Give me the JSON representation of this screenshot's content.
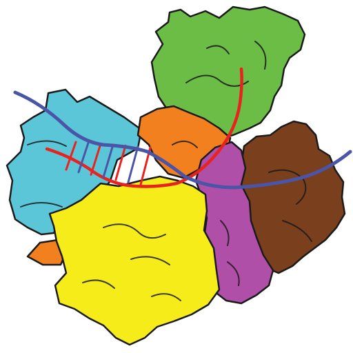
{
  "domains": [
    {
      "name": "green-domain",
      "color": "#6cbd45"
    },
    {
      "name": "cyan-domain",
      "color": "#5bc6d8"
    },
    {
      "name": "orange-domain",
      "color": "#f2801f"
    },
    {
      "name": "brown-domain",
      "color": "#7a3f1c"
    },
    {
      "name": "purple-domain",
      "color": "#b04fa8"
    },
    {
      "name": "yellow-domain",
      "color": "#f6ec1a"
    }
  ],
  "nucleic_acid": {
    "blue_strand_color": "#4a55a8",
    "red_strand_color": "#e8231f",
    "rung_count": 7
  },
  "outline_color": "#1a1a1a",
  "background": "#ffffff"
}
